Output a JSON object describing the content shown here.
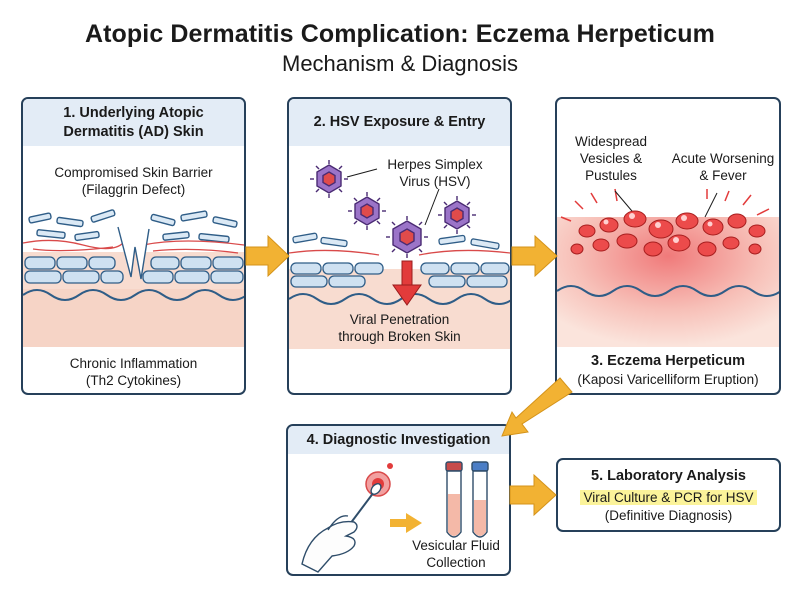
{
  "header": {
    "title": "Atopic Dermatitis Complication: Eczema Herpeticum",
    "subtitle": "Mechanism & Diagnosis"
  },
  "panels": {
    "p1": {
      "title_line1": "1. Underlying Atopic",
      "title_line2": "Dermatitis (AD) Skin",
      "barrier_line1": "Compromised Skin Barrier",
      "barrier_line2": "(Filaggrin Defect)",
      "inflam_line1": "Chronic Inflammation",
      "inflam_line2": "(Th2 Cytokines)"
    },
    "p2": {
      "title": "2. HSV Exposure & Entry",
      "virus_line1": "Herpes Simplex",
      "virus_line2": "Virus (HSV)",
      "pen_line1": "Viral Penetration",
      "pen_line2": "through Broken Skin"
    },
    "p3": {
      "vesicles_line1": "Widespread",
      "vesicles_line2": "Vesicles &",
      "vesicles_line3": "Pustules",
      "acute_line1": "Acute Worsening",
      "acute_line2": "& Fever",
      "title": "3. Eczema Herpeticum",
      "subtitle": "(Kaposi Varicelliform Eruption)"
    },
    "p4": {
      "title": "4. Diagnostic Investigation",
      "fluid_line1": "Vesicular Fluid",
      "fluid_line2": "Collection"
    },
    "p5": {
      "title": "5. Laboratory Analysis",
      "highlight": "Viral Culture & PCR for HSV",
      "subtitle": "(Definitive Diagnosis)"
    }
  },
  "colors": {
    "border": "#26405a",
    "header_bg": "#e3ecf6",
    "arrow": "#f2b233",
    "skin": "#f8dcd0",
    "virus": "#7b4fa8",
    "blister": "#e33a3a",
    "highlight": "#fbf39a"
  },
  "icons": [
    "virus-icon",
    "down-arrow-icon",
    "flow-arrow-icon",
    "hand-swab-icon",
    "test-tube-icon"
  ]
}
